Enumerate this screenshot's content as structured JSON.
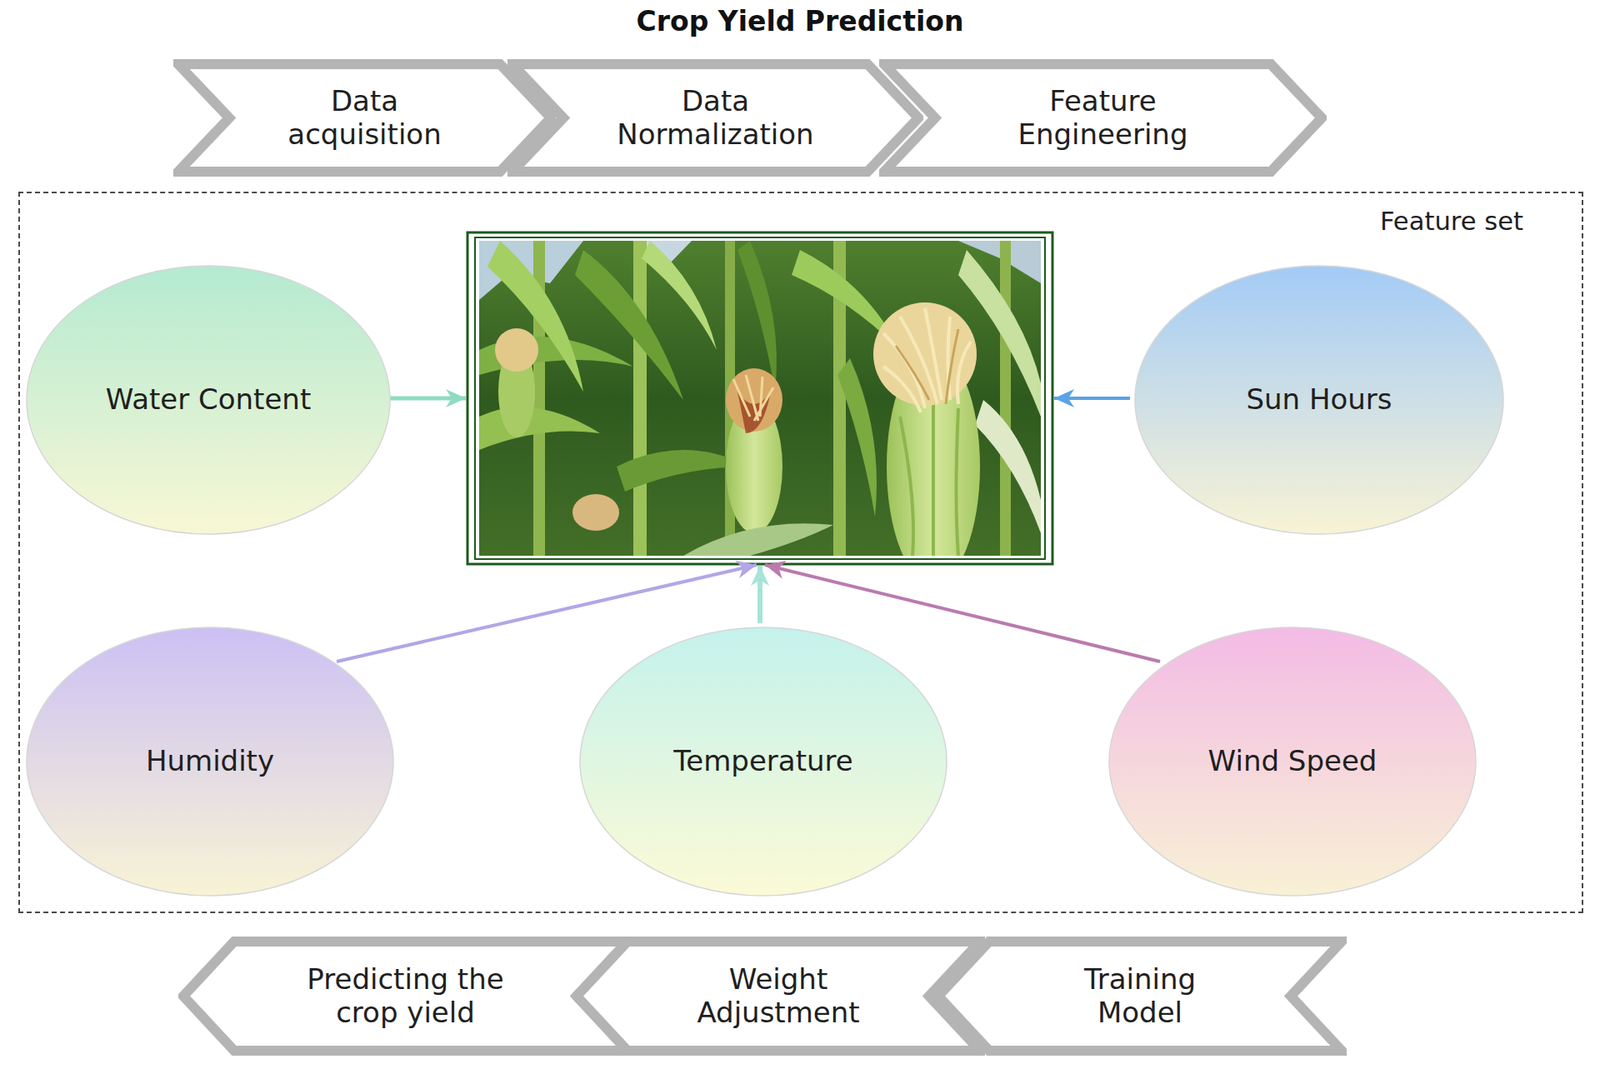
{
  "diagram": {
    "title": "Crop Yield Prediction",
    "nodes": [
      {
        "text": [
          "Data acquisition"
        ]
      },
      {
        "text": [
          "Data Normalization"
        ]
      },
      {
        "text": [
          "Feature Engineering"
        ]
      },
      {
        "text": [
          "Feature set"
        ]
      },
      {
        "text": [
          "Water Content"
        ],
        "in": 3
      },
      {
        "text": [
          "Sun Hours"
        ],
        "in": 3
      },
      {
        "text": [
          "Humidity"
        ],
        "in": 3
      },
      {
        "text": [
          "Temperature"
        ],
        "in": 3
      },
      {
        "text": [
          "Wind Speed"
        ],
        "in": 3
      },
      {
        "text": [
          "Predicting the crop yield"
        ]
      },
      {
        "text": [
          "Weight Adjustment"
        ]
      },
      {
        "text": [
          "Training Model"
        ]
      }
    ]
  }
}
